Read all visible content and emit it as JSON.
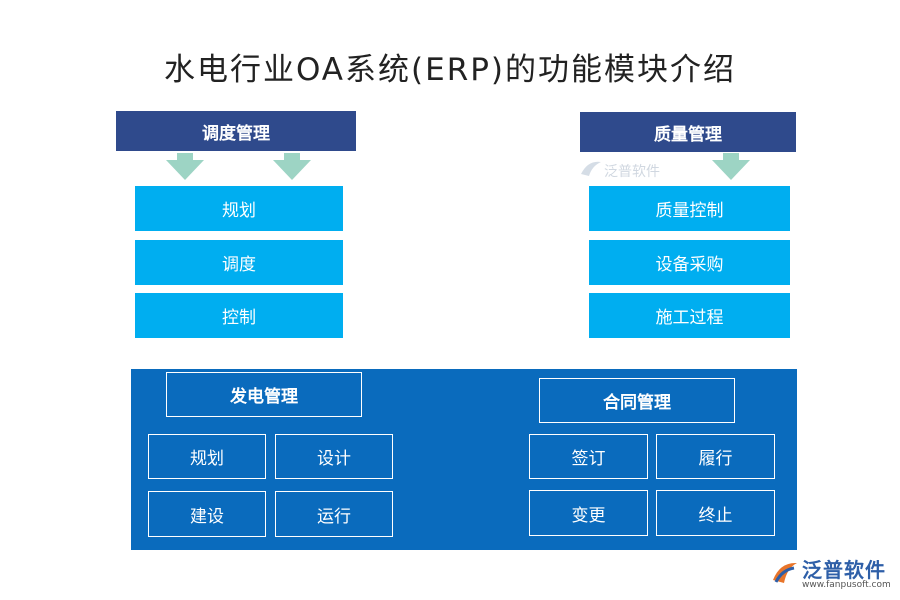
{
  "title": "水电行业OA系统(ERP)的功能模块介绍",
  "dispatch": {
    "header": "调度管理",
    "items": [
      "规划",
      "调度",
      "控制"
    ]
  },
  "quality": {
    "header": "质量管理",
    "items": [
      "质量控制",
      "设备采购",
      "施工过程"
    ]
  },
  "power": {
    "header": "发电管理",
    "items": [
      "规划",
      "设计",
      "建设",
      "运行"
    ]
  },
  "contract": {
    "header": "合同管理",
    "items": [
      "签订",
      "履行",
      "变更",
      "终止"
    ]
  },
  "watermark": {
    "text": "泛普软件"
  },
  "logo": {
    "name": "泛普软件",
    "url": "www.fanpusoft.com"
  },
  "colors": {
    "header_bg": "#2f4a8c",
    "item_bg": "#00aef0",
    "panel_bg": "#0a6bbd",
    "arrow": "#9dd4c4"
  }
}
